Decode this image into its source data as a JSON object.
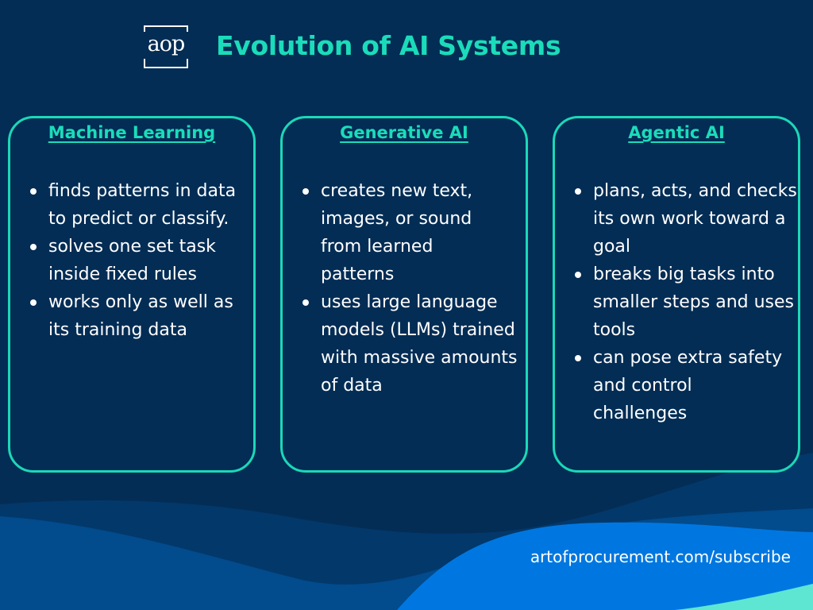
{
  "header": {
    "logo_text": "aop",
    "title": "Evolution of AI Systems"
  },
  "cards": [
    {
      "title": "Machine Learning",
      "bullets": [
        "finds patterns in data to predict or classify.",
        "solves one set task inside fixed rules",
        "works only as well as its training data"
      ]
    },
    {
      "title": "Generative AI",
      "bullets": [
        "creates new text, images, or sound from learned patterns",
        "uses large language models (LLMs) trained with massive amounts of data"
      ]
    },
    {
      "title": "Agentic AI",
      "bullets": [
        "plans, acts, and checks its own work toward a goal",
        "breaks big tasks into smaller steps and uses tools",
        "can pose extra safety and control challenges"
      ]
    }
  ],
  "footer": {
    "url": "artofprocurement.com/subscribe"
  },
  "colors": {
    "background": "#032d55",
    "accent": "#1bdcba",
    "wave_light": "#0077e0"
  }
}
